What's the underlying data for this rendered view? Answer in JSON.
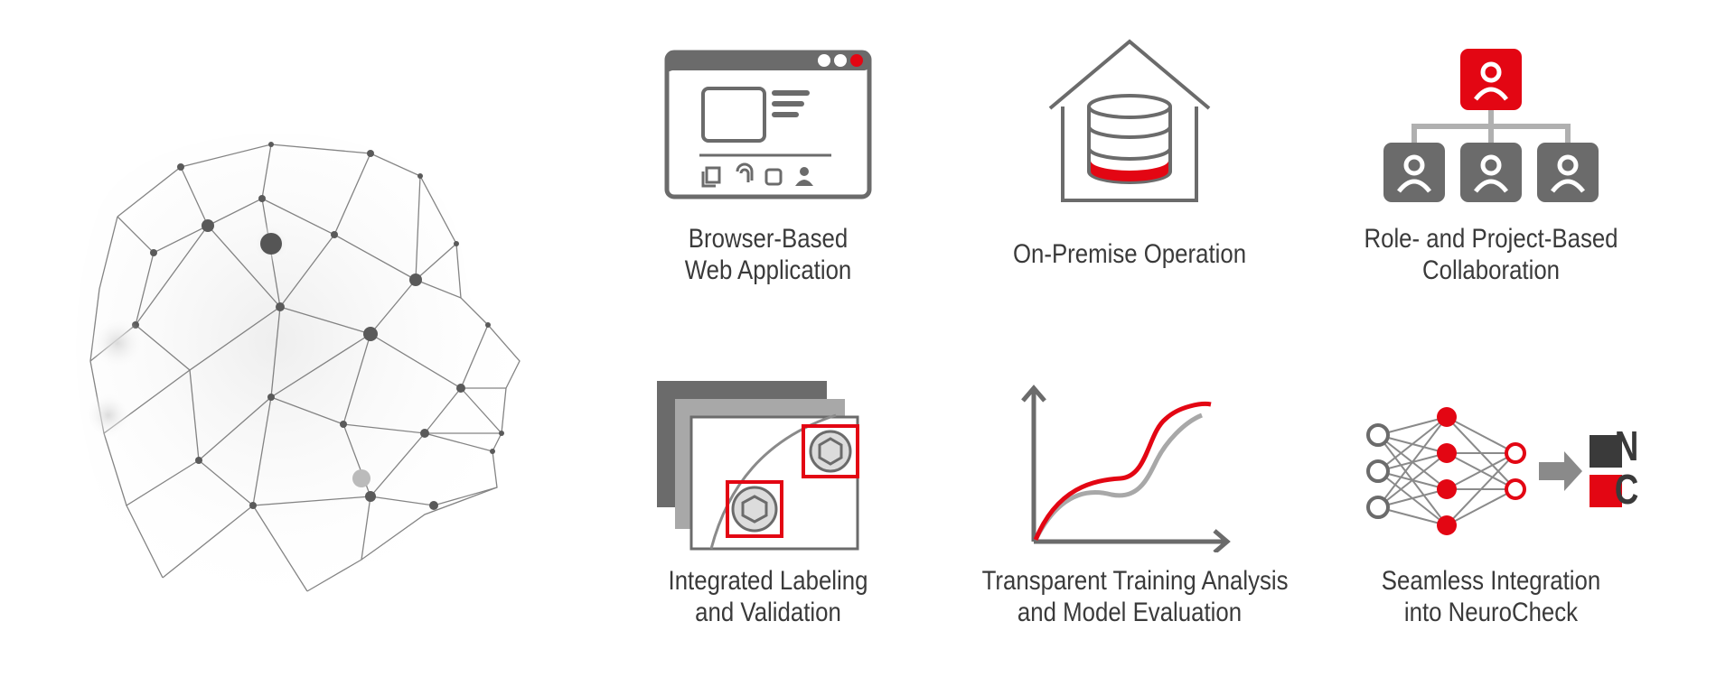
{
  "features": [
    {
      "id": "browser",
      "icon": "browser-window-icon",
      "lines": [
        "Browser-Based",
        "Web Application"
      ]
    },
    {
      "id": "premise",
      "icon": "house-database-icon",
      "lines": [
        "On-Premise Operation"
      ]
    },
    {
      "id": "collab",
      "icon": "org-chart-users-icon",
      "lines": [
        "Role- and Project-Based",
        "Collaboration"
      ]
    },
    {
      "id": "labeling",
      "icon": "labeled-images-icon",
      "lines": [
        "Integrated Labeling",
        "and Validation"
      ]
    },
    {
      "id": "training",
      "icon": "training-curve-chart-icon",
      "lines": [
        "Transparent Training Analysis",
        "and Model Evaluation"
      ]
    },
    {
      "id": "integration",
      "icon": "neural-network-to-nc-icon",
      "lines": [
        "Seamless Integration",
        "into NeuroCheck"
      ]
    }
  ],
  "logo": {
    "letters": [
      "N",
      "C"
    ]
  },
  "colors": {
    "accent": "#e30613",
    "icon_gray": "#6b6b6b",
    "light_gray": "#a8a8a8",
    "text": "#3a3a3a"
  }
}
